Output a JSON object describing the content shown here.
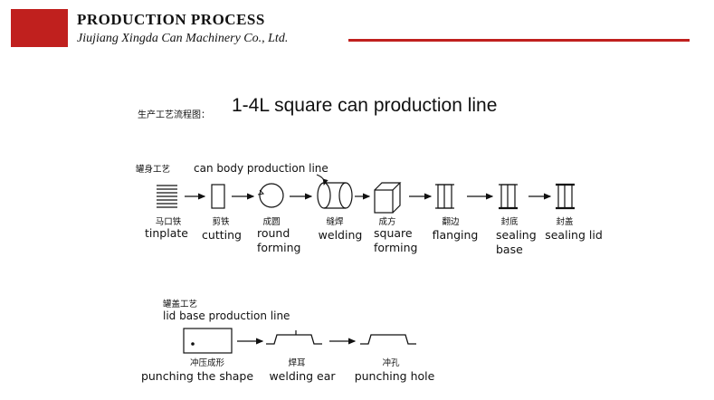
{
  "theme": {
    "accent": "#c0201e"
  },
  "header": {
    "title": "PRODUCTION PROCESS",
    "subtitle": "Jiujiang Xingda Can Machinery Co., Ltd."
  },
  "flow_label": "生产工艺流程图：",
  "main_title": "1-4L square can production line",
  "can_body": {
    "section_zh": "罐身工艺",
    "section_en": "can body production line",
    "steps": [
      {
        "zh": "马口铁",
        "en": [
          "tinplate"
        ]
      },
      {
        "zh": "剪铁",
        "en": [
          "cutting"
        ]
      },
      {
        "zh": "成圆",
        "en": [
          "round",
          "forming"
        ]
      },
      {
        "zh": "缝焊",
        "en": [
          "welding"
        ]
      },
      {
        "zh": "成方",
        "en": [
          "square",
          "forming"
        ]
      },
      {
        "zh": "翻边",
        "en": [
          "flanging"
        ]
      },
      {
        "zh": "封底",
        "en": [
          "sealing",
          "base"
        ]
      },
      {
        "zh": "封盖",
        "en": [
          "sealing lid"
        ]
      }
    ]
  },
  "lid": {
    "section_zh": "罐盖工艺",
    "section_en": "lid base production line",
    "steps": [
      {
        "zh": "冲压成形",
        "en": [
          "punching the shape"
        ]
      },
      {
        "zh": "焊耳",
        "en": [
          "welding ear"
        ]
      },
      {
        "zh": "冲孔",
        "en": [
          "punching hole"
        ]
      }
    ]
  }
}
